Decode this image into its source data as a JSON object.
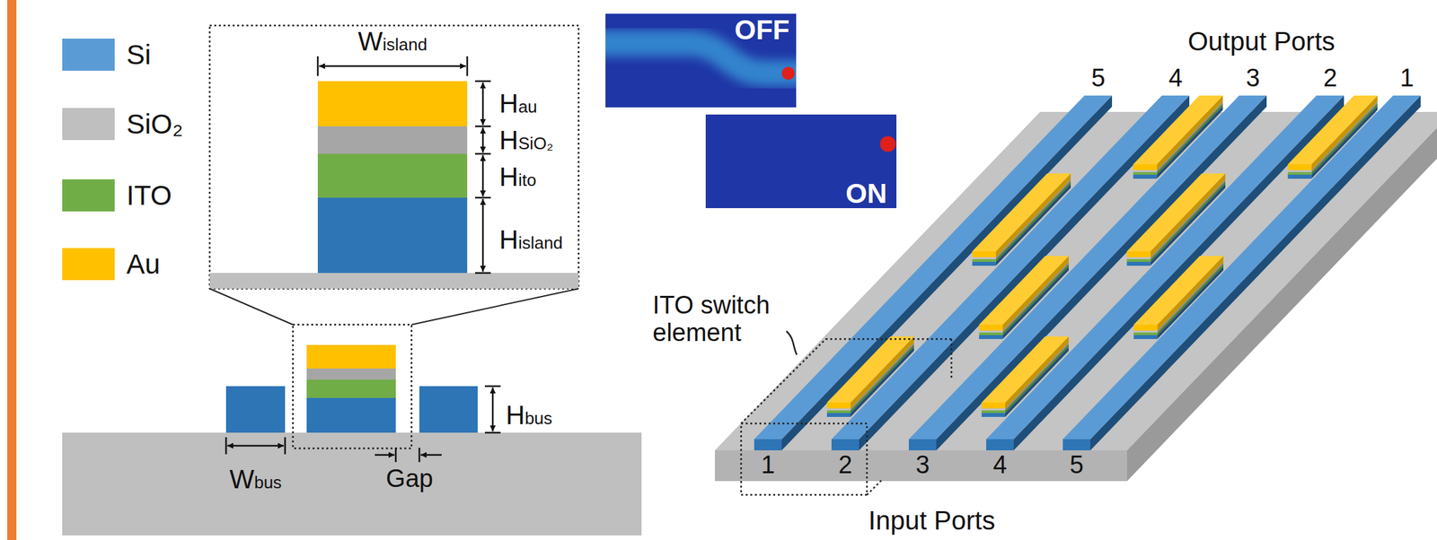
{
  "diagram": {
    "labels": [
      "Wisland",
      "Hau",
      "HSiO₂",
      "Hito",
      "Hisland",
      "Hbus",
      "Wbus",
      "Gap",
      "OFF",
      "ON",
      "Output Ports",
      "5",
      "4",
      "3",
      "2",
      "1",
      "ITO switch element",
      "1",
      "2",
      "3",
      "4",
      "5",
      "Input Ports"
    ],
    "legend": [
      {
        "text": "Si",
        "color": "#5b9bd5"
      },
      {
        "text": "SiO₂",
        "color": "#bfbfbf"
      },
      {
        "text": "ITO",
        "color": "#70ad47"
      },
      {
        "text": "Au",
        "color": "#ffc000"
      }
    ]
  }
}
